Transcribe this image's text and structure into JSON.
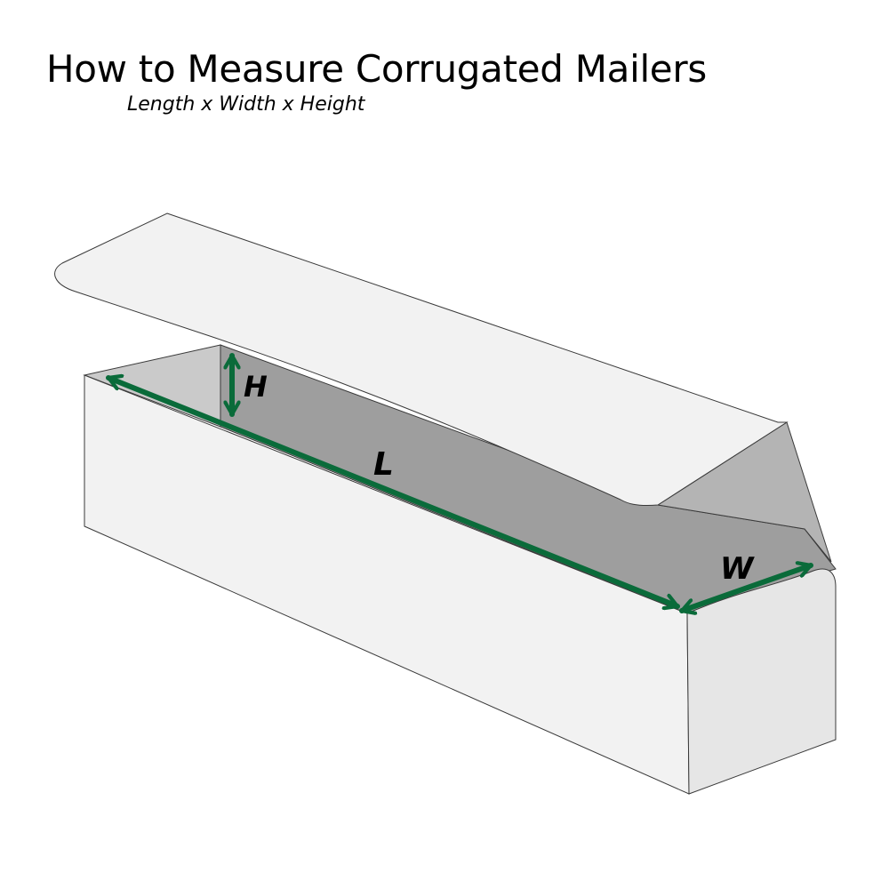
{
  "title": "How to Measure Corrugated Mailers",
  "subtitle": "Length x Width x Height",
  "labels": {
    "length": "L",
    "width": "W",
    "height": "H"
  },
  "colors": {
    "arrow": "#0a6b3a",
    "outer_wall": "#f2f2f2",
    "end_face": "#e6e6e6",
    "interior_floor": "#9e9e9e",
    "inner_wall": "#cacaca",
    "outline": "#3a3a3a",
    "lid": "#f2f2f2",
    "flap": "#b4b4b4"
  }
}
